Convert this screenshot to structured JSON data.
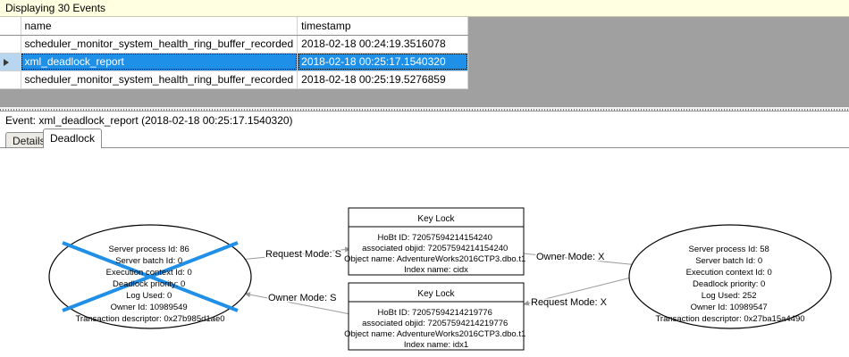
{
  "banner": {
    "text": "Displaying 30 Events"
  },
  "grid": {
    "columns": [
      "",
      "name",
      "timestamp"
    ],
    "rows": [
      {
        "selected": false,
        "marker": "",
        "name": "scheduler_monitor_system_health_ring_buffer_recorded",
        "timestamp": "2018-02-18 00:24:19.3516078"
      },
      {
        "selected": true,
        "marker": "row-selector-triangle",
        "name": "xml_deadlock_report",
        "timestamp": "2018-02-18 00:25:17.1540320"
      },
      {
        "selected": false,
        "marker": "",
        "name": "scheduler_monitor_system_health_ring_buffer_recorded",
        "timestamp": "2018-02-18 00:25:19.5276859"
      }
    ],
    "selection_color": "#1e90e8",
    "empty_area_color": "#a0a0a0"
  },
  "event_header": {
    "text": "Event: xml_deadlock_report (2018-02-18 00:25:17.1540320)"
  },
  "tabs": [
    {
      "label": "Details",
      "active": false
    },
    {
      "label": "Deadlock",
      "active": true
    }
  ],
  "deadlock_graph": {
    "victim_marker_color": "#1f8fe8",
    "processes": [
      {
        "id": "process-left",
        "victim": true,
        "lines": [
          "Server process Id: 86",
          "Server batch Id: 0",
          "Execution context Id: 0",
          "Deadlock priority: 0",
          "Log Used: 0",
          "Owner Id: 10989549",
          "Transaction descriptor: 0x27b985d1ae0"
        ]
      },
      {
        "id": "process-right",
        "victim": false,
        "lines": [
          "Server process Id: 58",
          "Server batch Id: 0",
          "Execution context Id: 0",
          "Deadlock priority: 0",
          "Log Used: 252",
          "Owner Id: 10989547",
          "Transaction descriptor: 0x27ba15a4490"
        ]
      }
    ],
    "resources": [
      {
        "id": "keylock-top",
        "title": "Key Lock",
        "lines": [
          "HoBt ID: 72057594214154240",
          "associated objid: 72057594214154240",
          "Object name: AdventureWorks2016CTP3.dbo.t1",
          "Index name: cidx"
        ]
      },
      {
        "id": "keylock-bottom",
        "title": "Key Lock",
        "lines": [
          "HoBt ID: 72057594214219776",
          "associated objid: 72057594214219776",
          "Object name: AdventureWorks2016CTP3.dbo.t1",
          "Index name: idx1"
        ]
      }
    ],
    "edges": [
      {
        "id": "edge-left-request",
        "label": "Request Mode: S"
      },
      {
        "id": "edge-right-owner",
        "label": "Owner Mode: X"
      },
      {
        "id": "edge-left-owner",
        "label": "Owner Mode: S"
      },
      {
        "id": "edge-right-request",
        "label": "Request Mode: X"
      }
    ]
  }
}
